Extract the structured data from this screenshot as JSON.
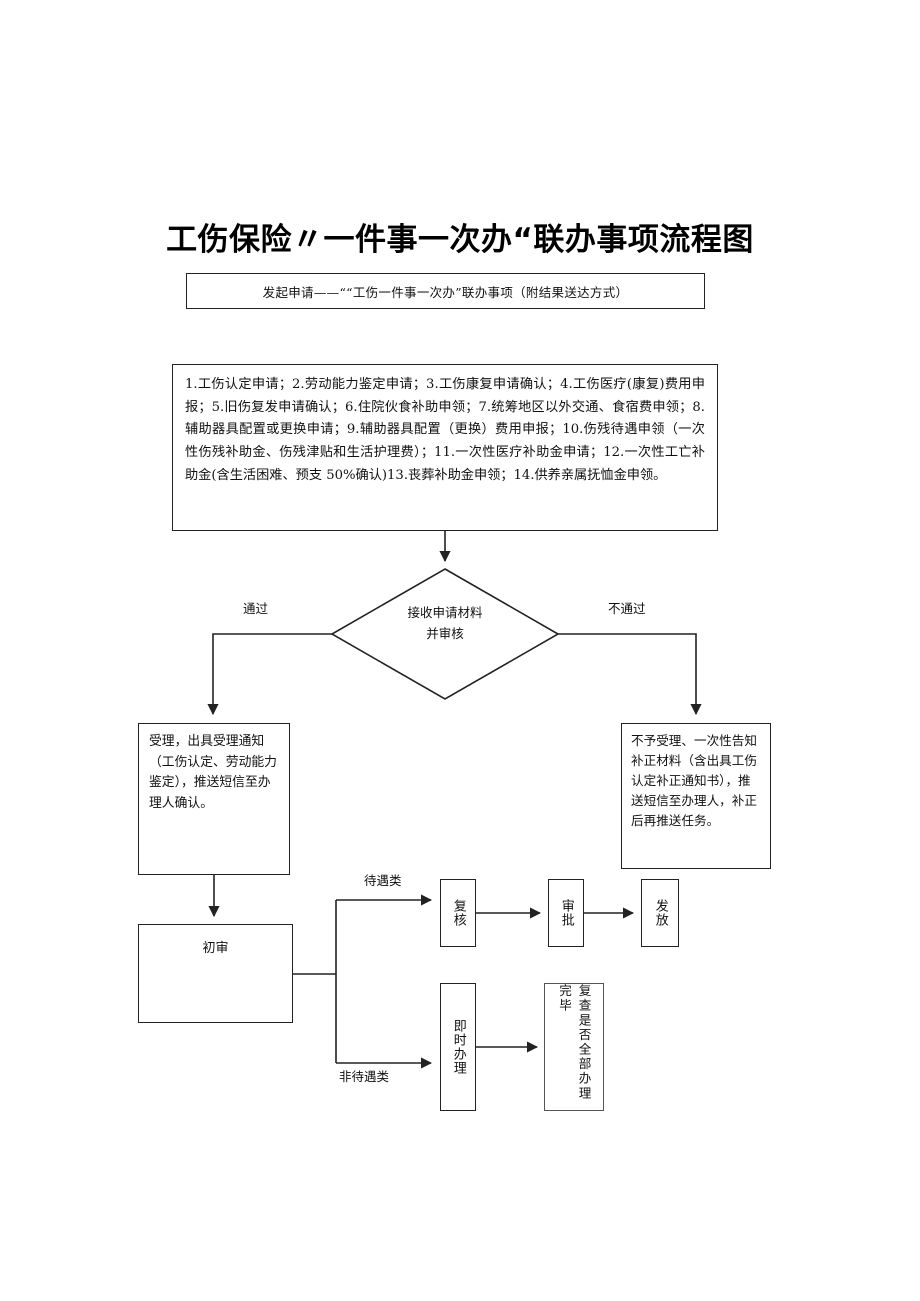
{
  "title": "工伤保险〃一件事一次办“联办事项流程图",
  "subtitle": "发起申请——““工伤一件事一次办”联办事项（附结果送达方式）",
  "items_box": {
    "text": "1.工伤认定申请；2.劳动能力鉴定申请；3.工伤康复申请确认；4.工伤医疗(康复)费用申报；5.旧伤复发申请确认；6.住院伙食补助申领；7.统筹地区以外交通、食宿费申领；8.辅助器具配置或更换申请；9.辅助器具配置（更换）费用申报；10.伤残待遇申领（一次性伤残补助金、伤残津贴和生活护理费）；11.一次性医疗补助金申请；12.一次性工亡补助金(含生活困难、预支 50%确认)13.丧葬补助金申领；14.供养亲属抚恤金申领。"
  },
  "decision": {
    "line1": "接收申请材料",
    "line2": "并审核",
    "yes_label": "通过",
    "no_label": "不通过"
  },
  "accept_node": {
    "text": "受理，出具受理通知（工伤认定、劳动能力鉴定），推送短信至办理人确认。"
  },
  "reject_node": {
    "text": "不予受理、一次性告知补正材料（含出具工伤认定补正通知书），推送短信至办理人，补正后再推送任务。"
  },
  "first_review": {
    "label": "初审"
  },
  "branch_labels": {
    "benefit": "待遇类",
    "non_benefit": "非待遇类"
  },
  "benefit_chain": [
    {
      "label": "复核"
    },
    {
      "label": "审批"
    },
    {
      "label": "发放"
    }
  ],
  "non_benefit_chain": [
    {
      "label": "即时办理"
    },
    {
      "label": "复查是否全部办理完毕"
    }
  ],
  "colors": {
    "stroke": "#222222",
    "stroke_light": "#555555",
    "background": "#ffffff",
    "text": "#111111"
  }
}
